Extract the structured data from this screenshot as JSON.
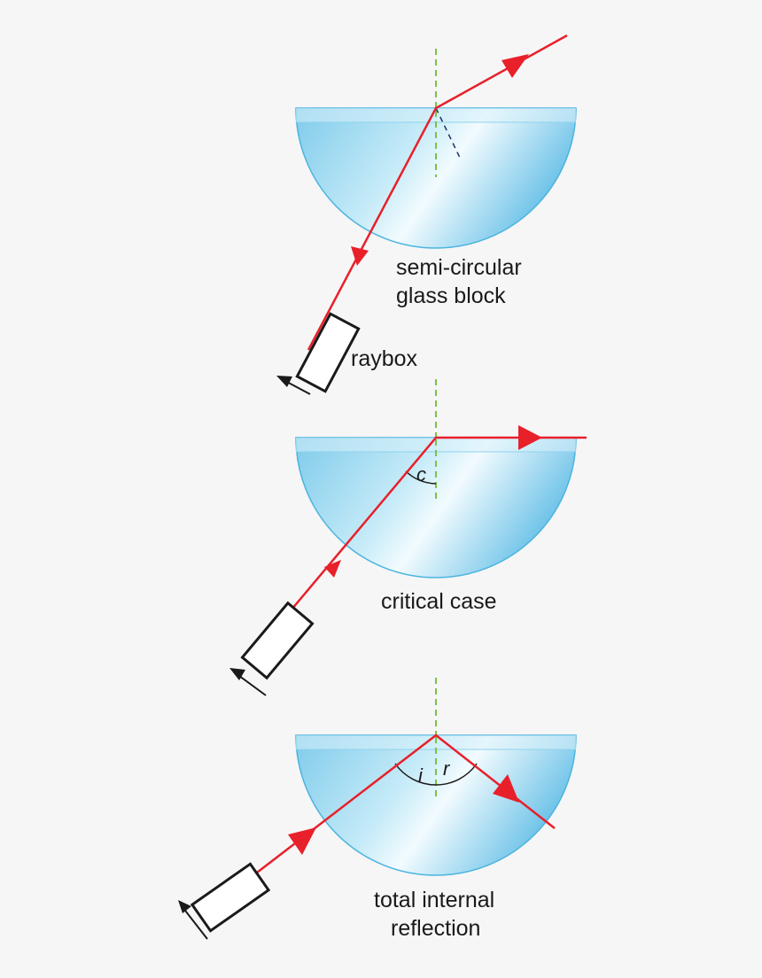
{
  "labels": {
    "block": [
      "semi-circular",
      "glass block"
    ],
    "raybox": "raybox",
    "critical": "critical case",
    "tir": [
      "total internal",
      "reflection"
    ]
  },
  "angles": {
    "critical": "c",
    "incidence": "i",
    "reflection": "r"
  },
  "colors": {
    "ray": "#e8202a",
    "glass": "#a6dcf0",
    "glass_edge": "#4bb4df",
    "normal": "#7cc242",
    "normal_inside": "#1f3264",
    "background": "#f6f6f6"
  }
}
